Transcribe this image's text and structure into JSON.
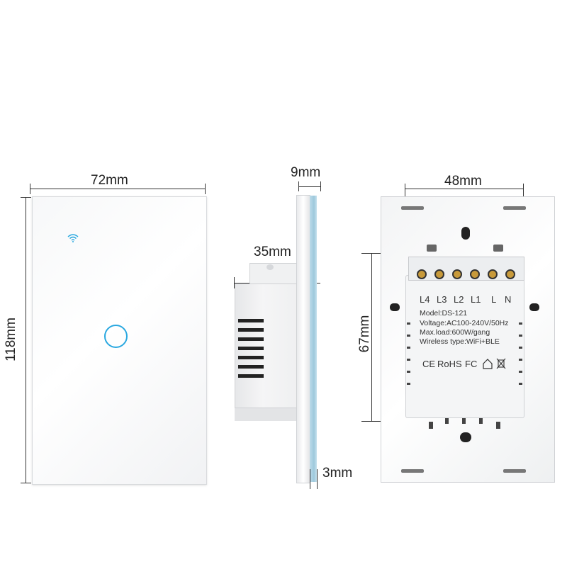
{
  "front_view": {
    "width_label": "72mm",
    "height_label": "118mm",
    "icons": [
      "wifi-icon",
      "touch-button-ring"
    ],
    "accent": "#2aa8e0"
  },
  "side_view": {
    "thickness_label": "9mm",
    "depth_label": "35mm",
    "glass_label": "3mm",
    "glass_color": "#a9cfe0"
  },
  "back_view": {
    "width_label": "48mm",
    "height_label": "67mm",
    "terminals": [
      "L4",
      "L3",
      "L2",
      "L1",
      "L",
      "N"
    ],
    "specs": {
      "model": "Model:DS-121",
      "voltage": "Voltage:AC100-240V/50Hz",
      "max_load": "Max.load:600W/gang",
      "wireless": "Wireless type:WiFi+BLE"
    },
    "certifications": [
      "CE",
      "RoHS",
      "FC"
    ]
  }
}
